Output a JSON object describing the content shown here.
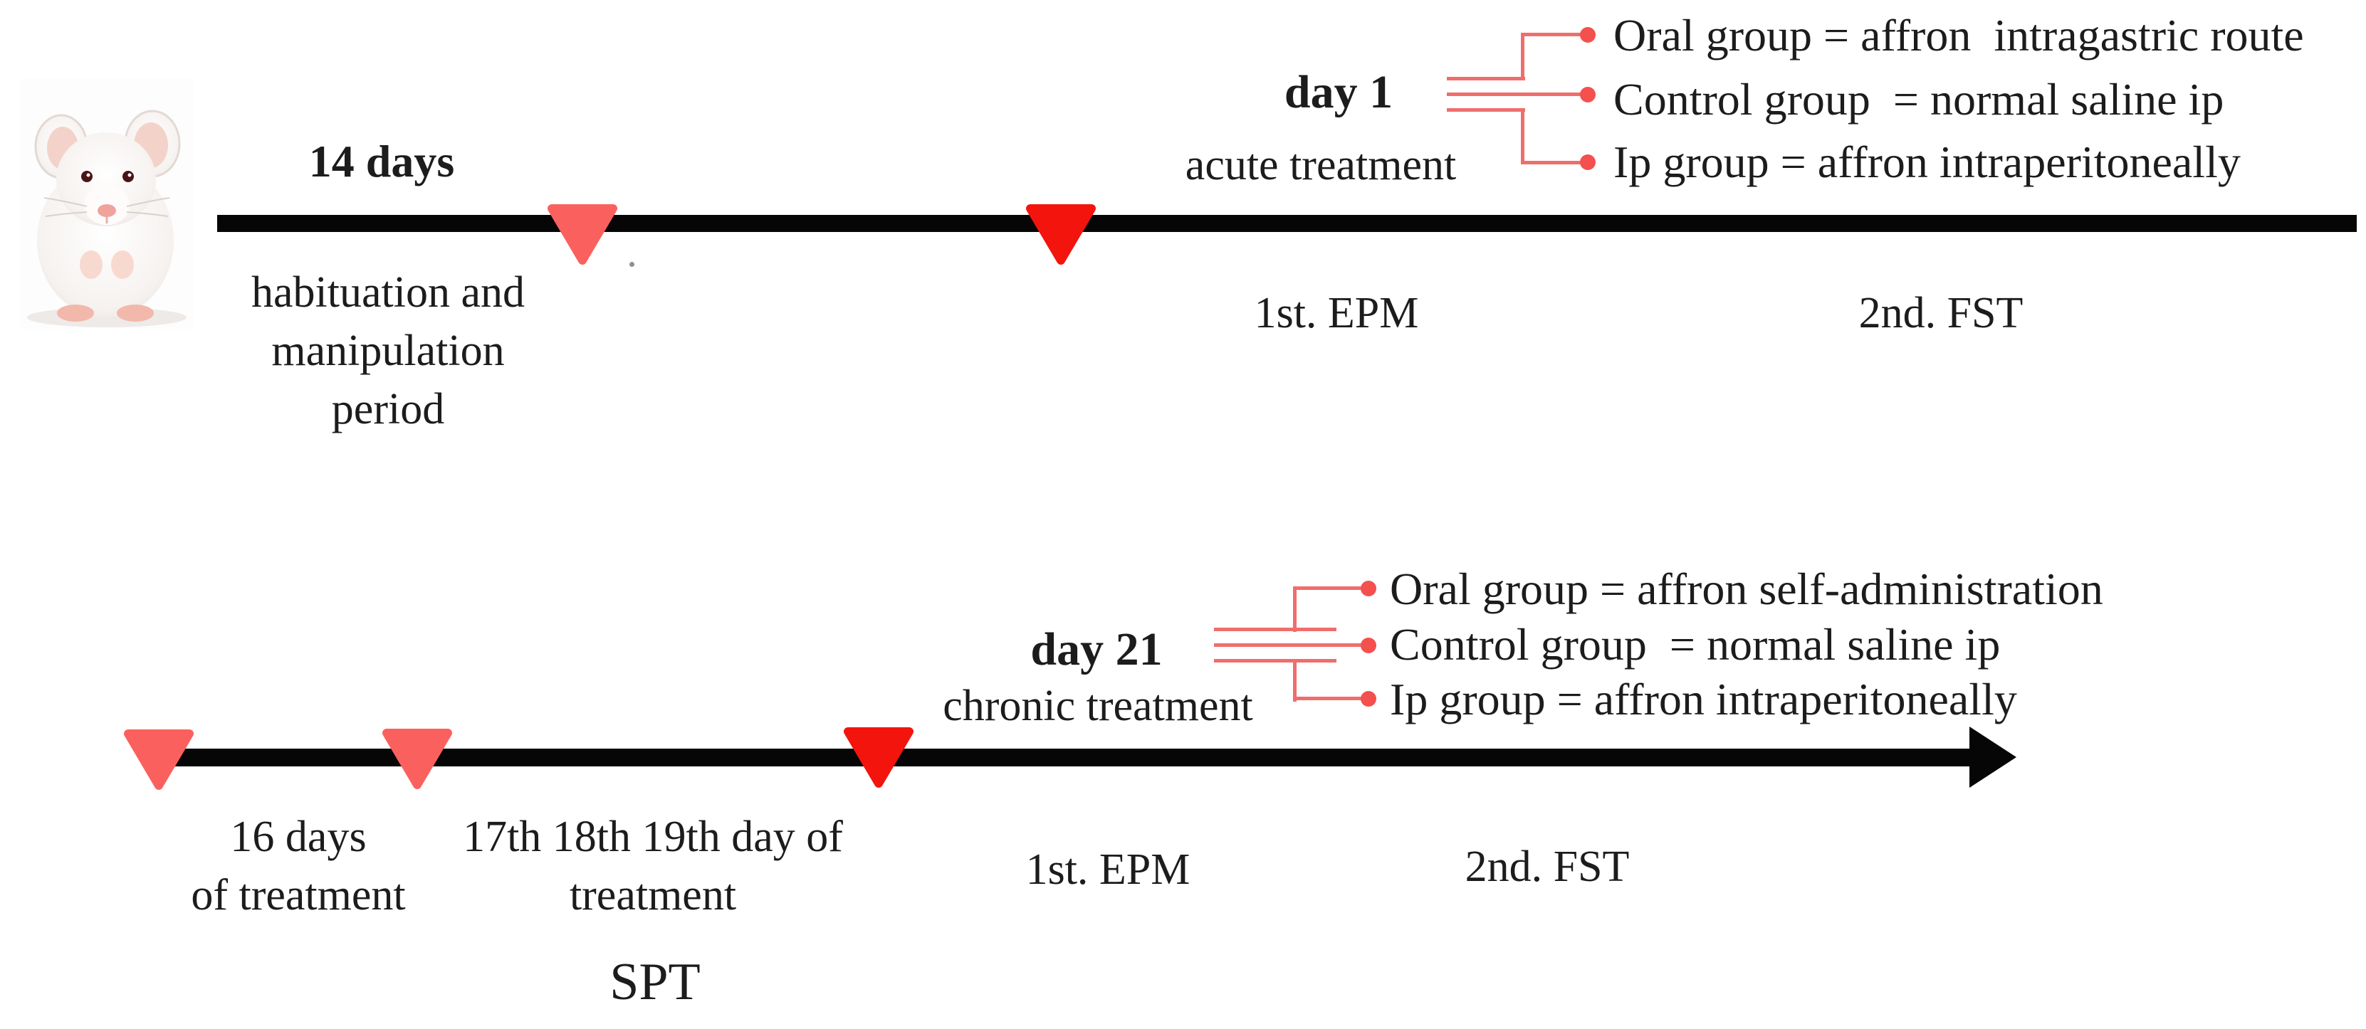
{
  "figure": {
    "mouse_image_alt": "white laboratory mouse photo",
    "colors": {
      "triangle_salmon": "#fa615e",
      "triangle_red": "#f3140e",
      "bracket_line": "#ef6e6c",
      "bracket_dot": "#f4504d",
      "timeline": "#060606",
      "text": "#1c1c1c"
    },
    "top": {
      "duration_label": "14 days",
      "phase_line1": "habituation and",
      "phase_line2": "manipulation",
      "phase_line3": "period",
      "day_label": "day 1",
      "treatment_label": "acute treatment",
      "groups": [
        "Oral group = affron  intragastric route",
        "Control group  = normal saline ip",
        "Ip group = affron intraperitoneally"
      ],
      "test1": "1st. EPM",
      "test2": "2nd. FST"
    },
    "bottom": {
      "day_label": "day 21",
      "treatment_label": "chronic treatment",
      "groups": [
        "Oral group = affron self-administration",
        "Control group  = normal saline ip",
        "Ip group = affron intraperitoneally"
      ],
      "marker1_line1": "16 days",
      "marker1_line2": "of treatment",
      "marker2_line1": "17th 18th 19th day of",
      "marker2_line2": "treatment",
      "spt_label": "SPT",
      "test1": "1st. EPM",
      "test2": "2nd. FST"
    }
  }
}
